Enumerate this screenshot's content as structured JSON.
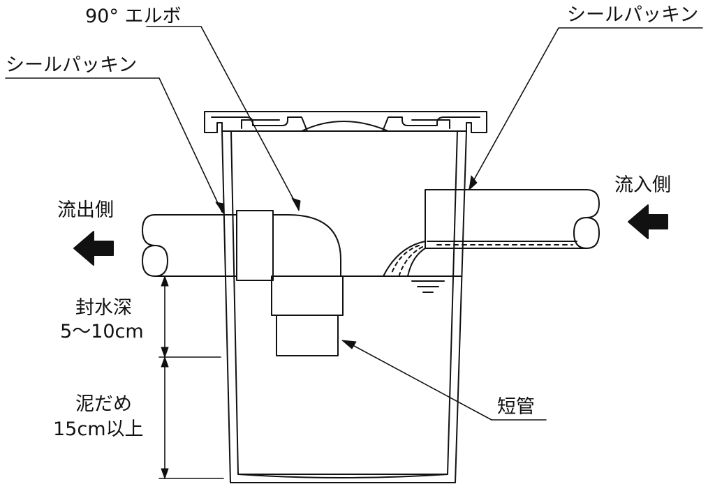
{
  "labels": {
    "elbow": "90° エルボ",
    "seal_top_right": "シールパッキン",
    "seal_left": "シールパッキン",
    "outflow_side": "流出側",
    "inflow_side": "流入側",
    "seal_depth_1": "封水深",
    "seal_depth_2": "5～10cm",
    "sludge_1": "泥だめ",
    "sludge_2": "15cm以上",
    "short_pipe": "短管"
  },
  "colors": {
    "stroke": "#111111",
    "background": "#ffffff"
  }
}
